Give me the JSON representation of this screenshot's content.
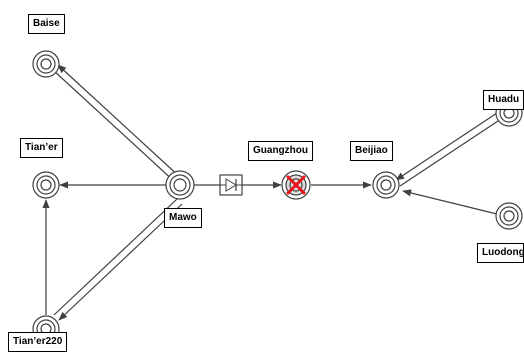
{
  "diagram": {
    "labels": {
      "baise": "Baise",
      "tianer": "Tian’er",
      "tianer220": "Tian’er220",
      "mawo": "Mawo",
      "guangzhou": "Guangzhou",
      "beijiao": "Beijiao",
      "huadu": "Huadu",
      "luodong": "Luodong"
    },
    "colors": {
      "line": "#404040",
      "node": "#404040",
      "fault_mark": "#e8141b",
      "fault_fill": "#dcdcdc",
      "label_border": "#000000"
    },
    "icons": {
      "station": "concentric-circle-node",
      "faulted_station": "circle-with-red-x",
      "converter": "diode-converter-symbol"
    }
  }
}
